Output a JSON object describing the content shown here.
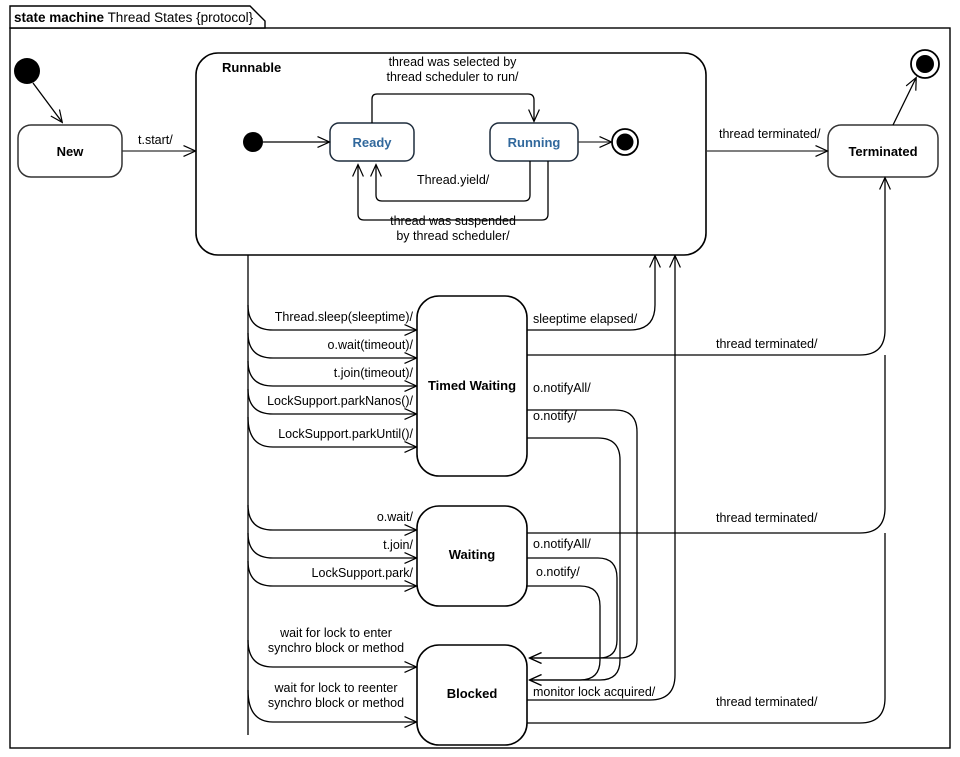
{
  "frame": {
    "keyword": "state machine",
    "name": "Thread States {protocol}"
  },
  "colors": {
    "line": "#000000",
    "state_fill": "#ffffff",
    "substate_label": "#31689c",
    "background": "#ffffff"
  },
  "states": [
    {
      "id": "new",
      "label": "New"
    },
    {
      "id": "runnable",
      "label": "Runnable"
    },
    {
      "id": "ready",
      "label": "Ready"
    },
    {
      "id": "running",
      "label": "Running"
    },
    {
      "id": "terminated",
      "label": "Terminated"
    },
    {
      "id": "timed-waiting",
      "label": "Timed Waiting"
    },
    {
      "id": "waiting",
      "label": "Waiting"
    },
    {
      "id": "blocked",
      "label": "Blocked"
    }
  ],
  "transitions": {
    "start_to_new": "",
    "new_to_runnable": "t.start/",
    "ready_to_running": "thread was selected by\nthread scheduler to run/",
    "ready_to_running_l1": "thread was selected by",
    "ready_to_running_l2": "thread scheduler to run/",
    "running_to_ready_yield": "Thread.yield/",
    "running_to_ready_suspend_l1": "thread was suspended",
    "running_to_ready_suspend_l2": "by thread scheduler/",
    "runnable_to_terminated": "thread terminated/",
    "to_timed_waiting": [
      "Thread.sleep(sleeptime)/",
      "o.wait(timeout)/",
      "t.join(timeout)/",
      "LockSupport.parkNanos()/",
      "LockSupport.parkUntil()/"
    ],
    "from_timed_waiting": [
      "sleeptime elapsed/",
      "o.notifyAll/",
      "o.notify/"
    ],
    "timed_waiting_terminated": "thread terminated/",
    "to_waiting": [
      "o.wait/",
      "t.join/",
      "LockSupport.park/"
    ],
    "from_waiting": [
      "o.notifyAll/",
      "o.notify/"
    ],
    "waiting_terminated": "thread terminated/",
    "to_blocked_1_l1": "wait for lock to enter",
    "to_blocked_1_l2": "synchro block or method",
    "to_blocked_2_l1": "wait for lock to reenter",
    "to_blocked_2_l2": "synchro block or method",
    "from_blocked": "monitor lock acquired/",
    "blocked_terminated": "thread terminated/"
  },
  "nodes": {
    "initial_outer": "initial-state",
    "initial_runnable": "initial-state",
    "final_runnable": "final-state",
    "final_outer": "final-state"
  }
}
